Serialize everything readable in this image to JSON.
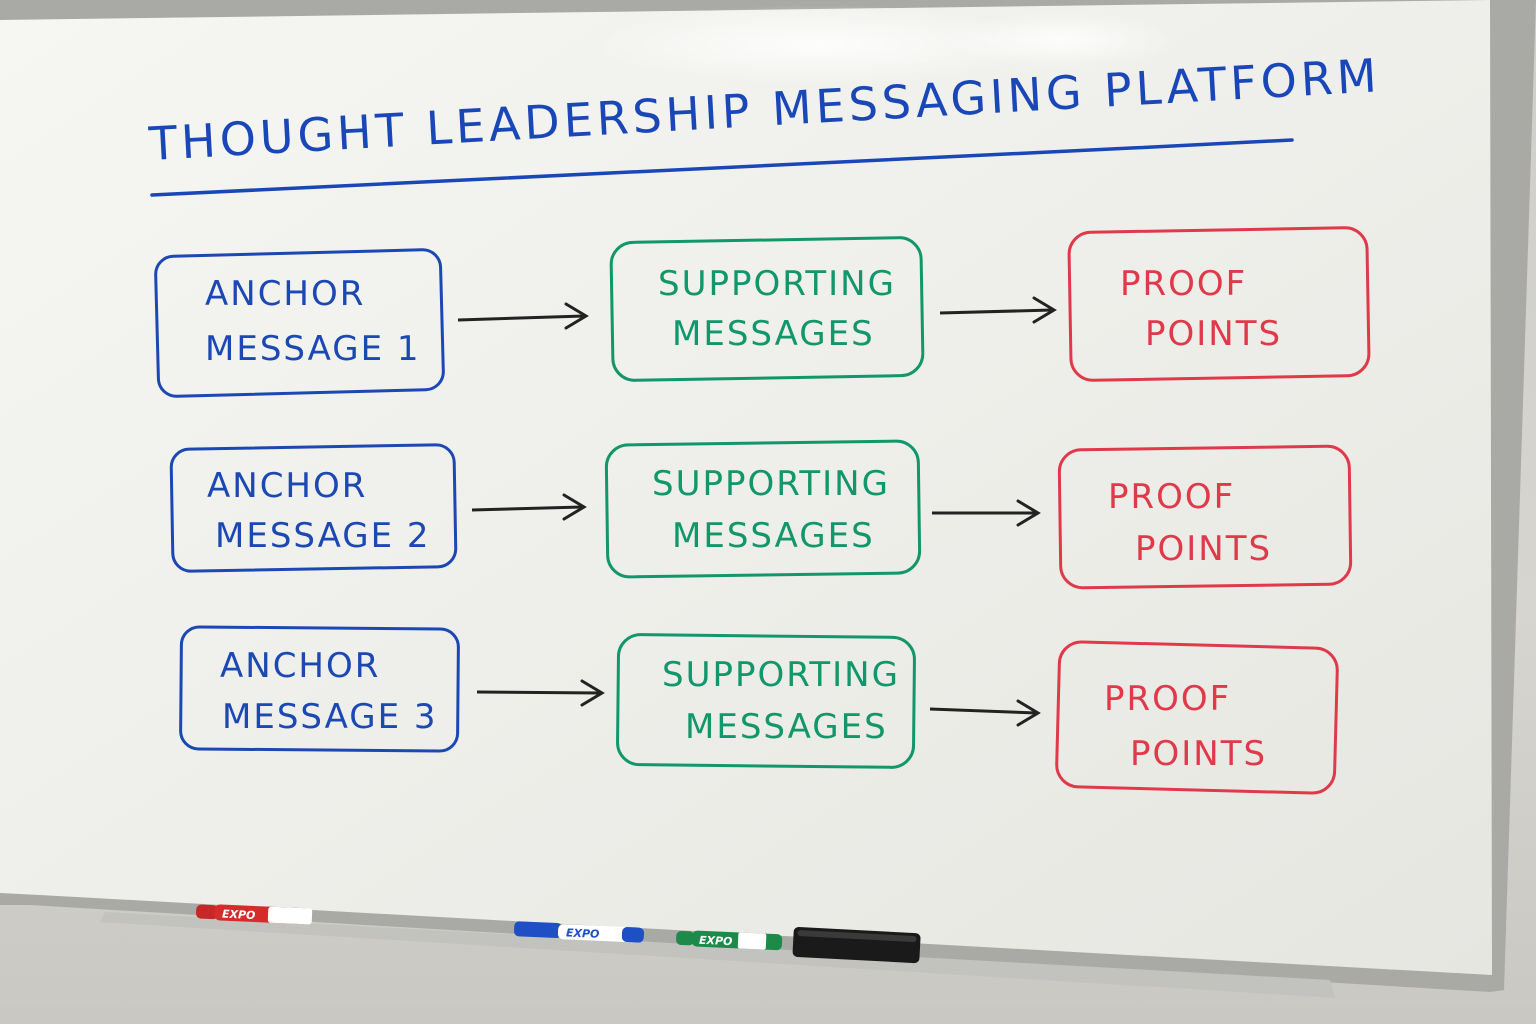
{
  "title": "THOUGHT LEADERSHIP MESSAGING PLATFORM",
  "rows": [
    {
      "anchor": [
        "ANCHOR",
        "MESSAGE 1"
      ],
      "supporting": [
        "SUPPORTING",
        "MESSAGES"
      ],
      "proof": [
        "PROOF",
        "POINTS"
      ]
    },
    {
      "anchor": [
        "ANCHOR",
        "MESSAGE 2"
      ],
      "supporting": [
        "SUPPORTING",
        "MESSAGES"
      ],
      "proof": [
        "PROOF",
        "POINTS"
      ]
    },
    {
      "anchor": [
        "ANCHOR",
        "MESSAGE 3"
      ],
      "supporting": [
        "SUPPORTING",
        "MESSAGES"
      ],
      "proof": [
        "PROOF",
        "POINTS"
      ]
    }
  ],
  "markers": [
    {
      "brand": "EXPO",
      "color": "#d62b2b"
    },
    {
      "brand": "EXPO",
      "color": "#1f4fc4"
    },
    {
      "brand": "EXPO",
      "color": "#1d8a4a"
    }
  ],
  "colors": {
    "title": "#1a47b8",
    "anchor": "#1b48b3",
    "supporting": "#12966c",
    "proof": "#e0394a",
    "arrow": "#222222",
    "board": "#f1f1ee"
  }
}
